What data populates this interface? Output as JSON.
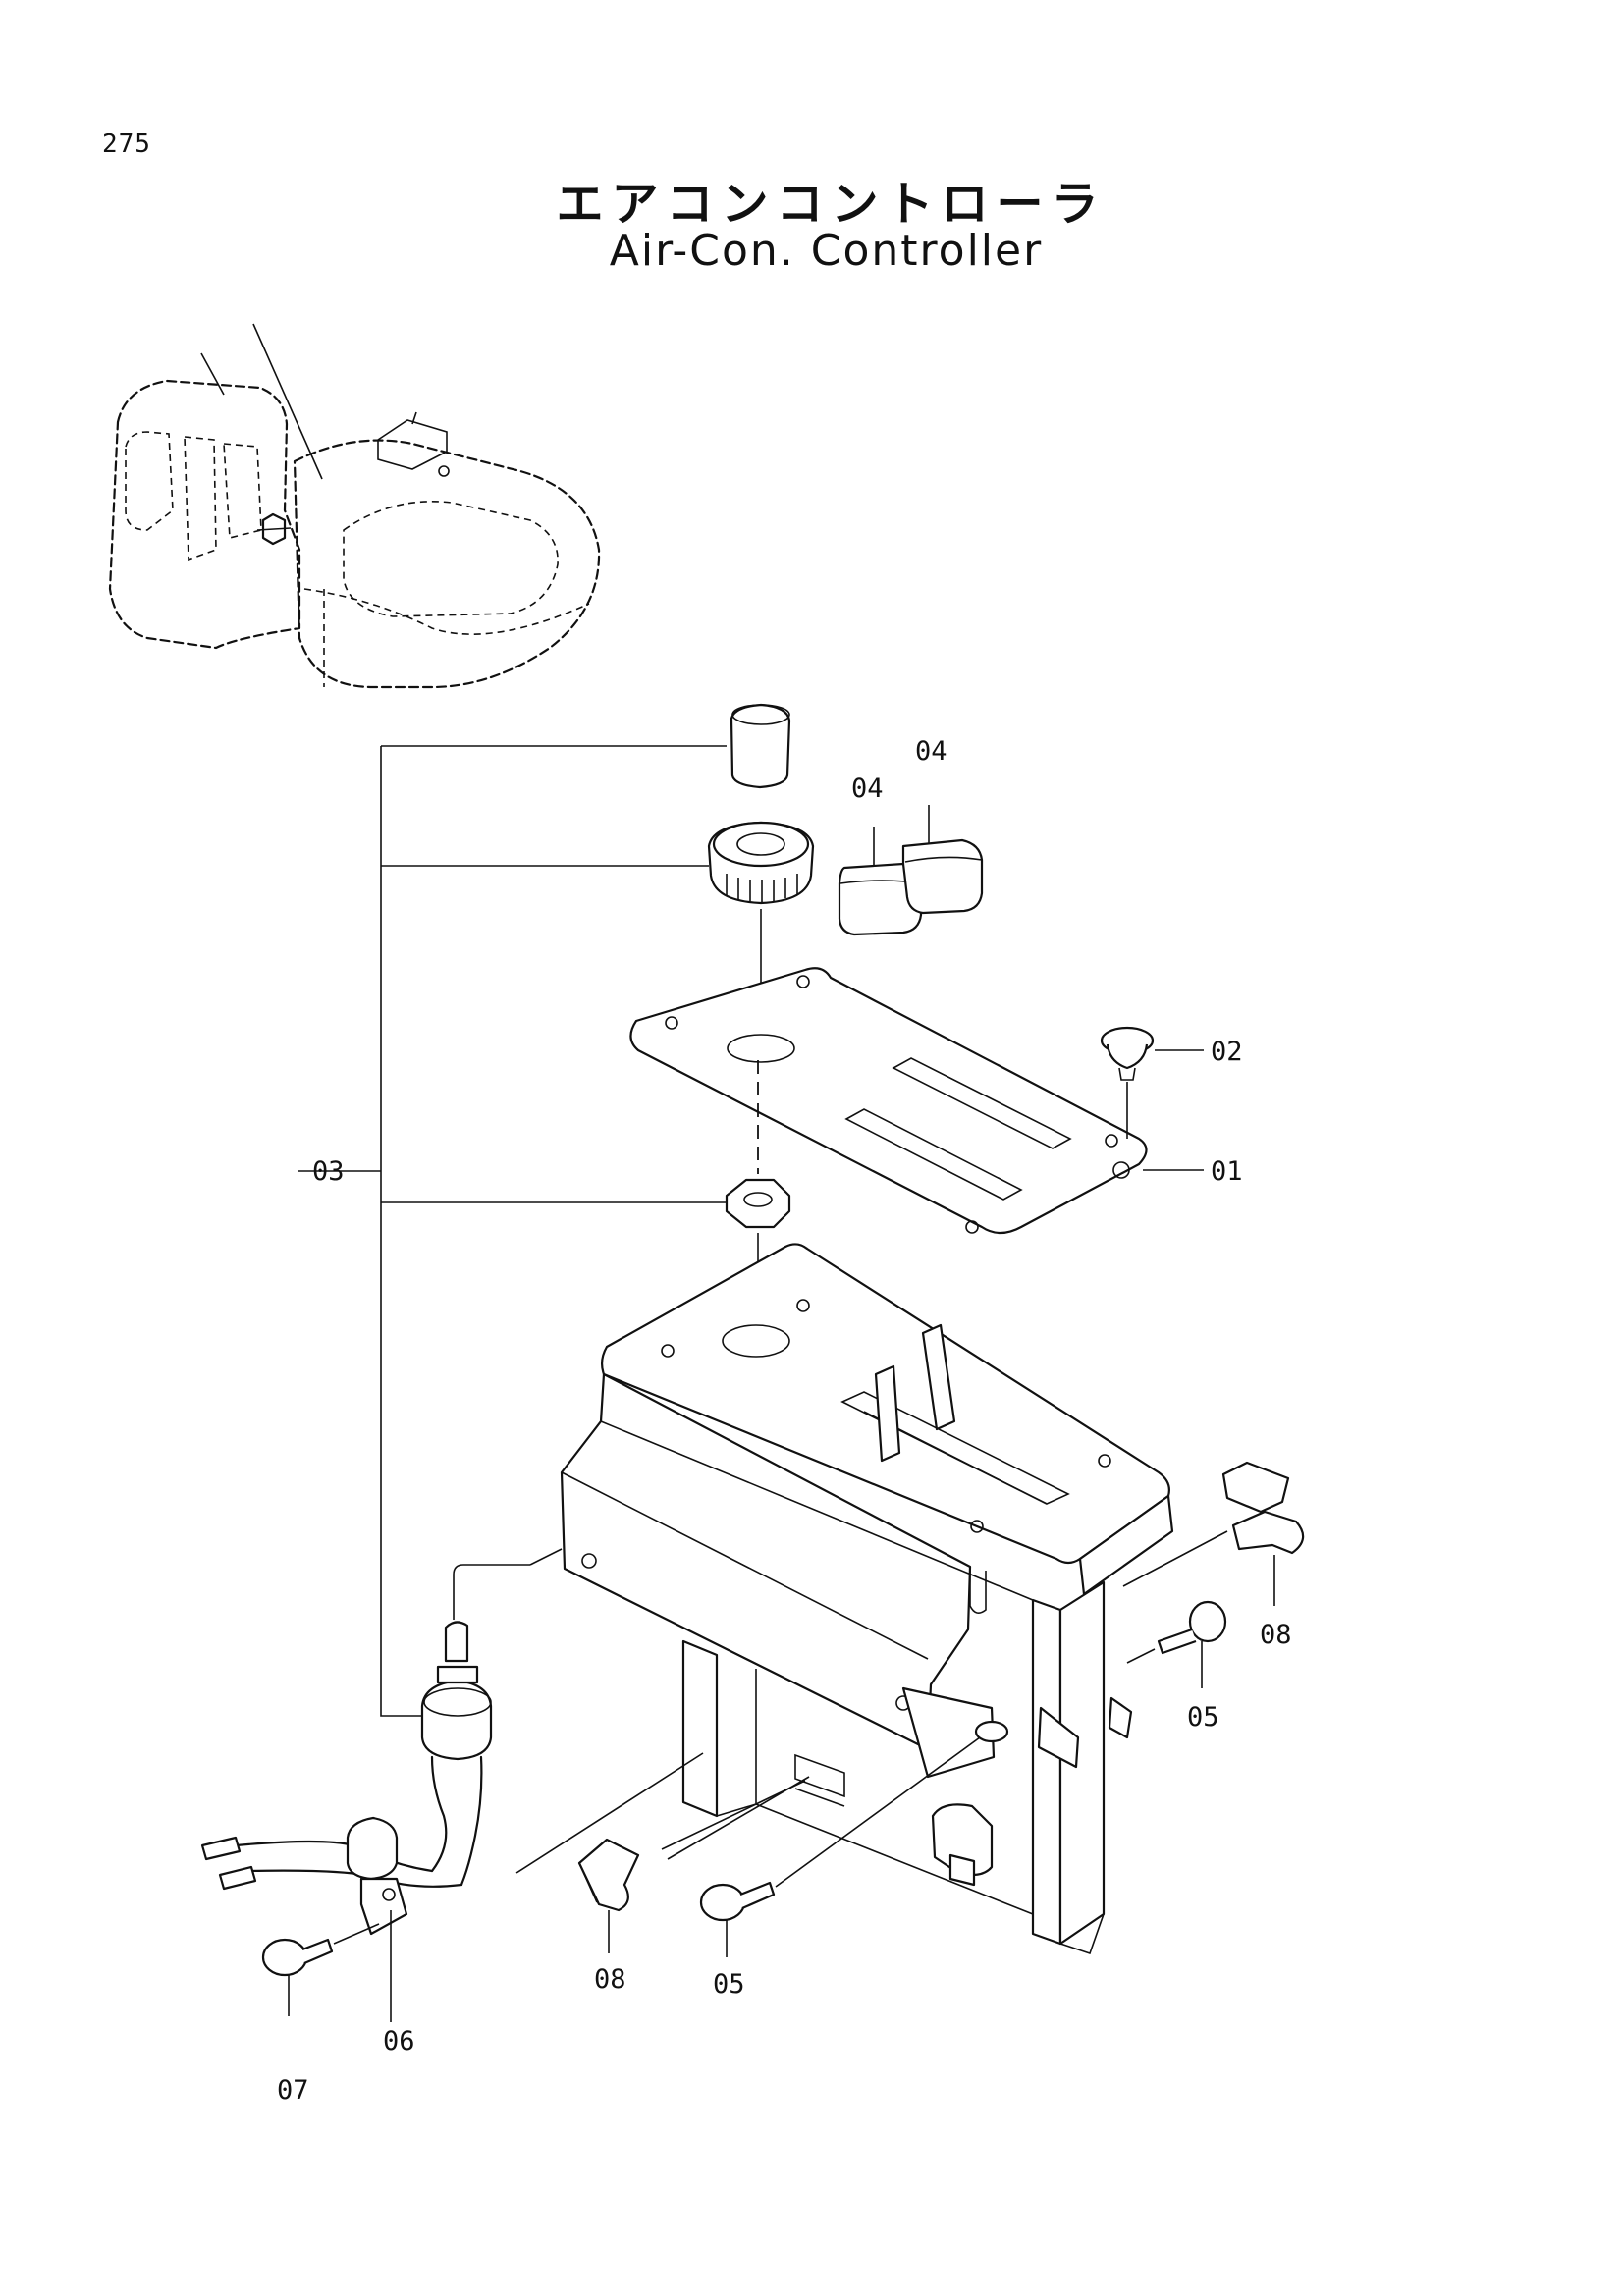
{
  "page_number": "275",
  "title_ja": "エアコンコントローラ",
  "title_en": "Air-Con. Controller",
  "callouts": {
    "c01": "01",
    "c02": "02",
    "c03": "03",
    "c04a": "04",
    "c04b": "04",
    "c05a": "05",
    "c05b": "05",
    "c06": "06",
    "c07": "07",
    "c08a": "08",
    "c08b": "08"
  }
}
